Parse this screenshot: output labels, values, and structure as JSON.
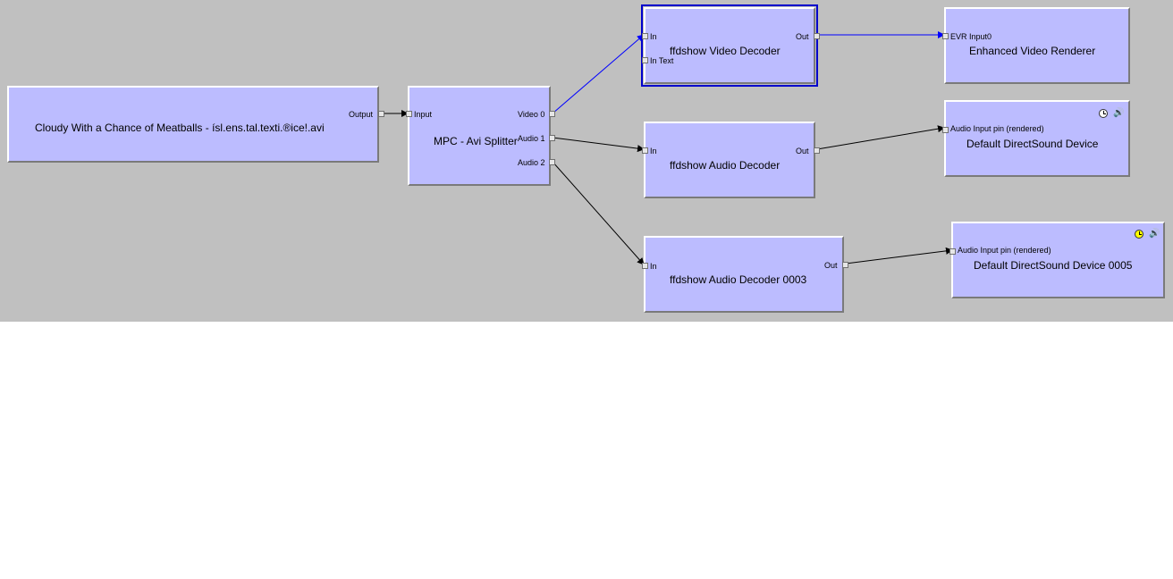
{
  "filters": {
    "source": {
      "name": "Cloudy With a Chance of Meatballs - ísl.ens.tal.texti.®ice!.avi",
      "out": "Output"
    },
    "splitter": {
      "name": "MPC - Avi Splitter",
      "in": "Input",
      "out0": "Video 0",
      "out1": "Audio 1",
      "out2": "Audio 2"
    },
    "video_decoder": {
      "name": "ffdshow Video Decoder",
      "in": "In",
      "in_text": "In Text",
      "out": "Out"
    },
    "evr": {
      "name": "Enhanced Video Renderer",
      "in": "EVR Input0"
    },
    "audio_decoder": {
      "name": "ffdshow Audio Decoder",
      "in": "In",
      "out": "Out"
    },
    "dsound": {
      "name": "Default DirectSound Device",
      "in": "Audio Input pin (rendered)",
      "clock": "clock-icon",
      "speaker": "speaker-icon"
    },
    "audio_decoder_3": {
      "name": "ffdshow Audio Decoder 0003",
      "in": "In",
      "out": "Out"
    },
    "dsound_5": {
      "name": "Default DirectSound Device 0005",
      "in": "Audio Input pin (rendered)",
      "clock": "clock-icon",
      "speaker": "speaker-icon"
    }
  },
  "colors": {
    "canvas": "#c0c0c0",
    "filter_fill": "#bcbcff",
    "selected_border": "#0000cc",
    "video_wire": "#0000ff",
    "audio_wire": "#000000",
    "ref_clock": "#ffff00"
  }
}
